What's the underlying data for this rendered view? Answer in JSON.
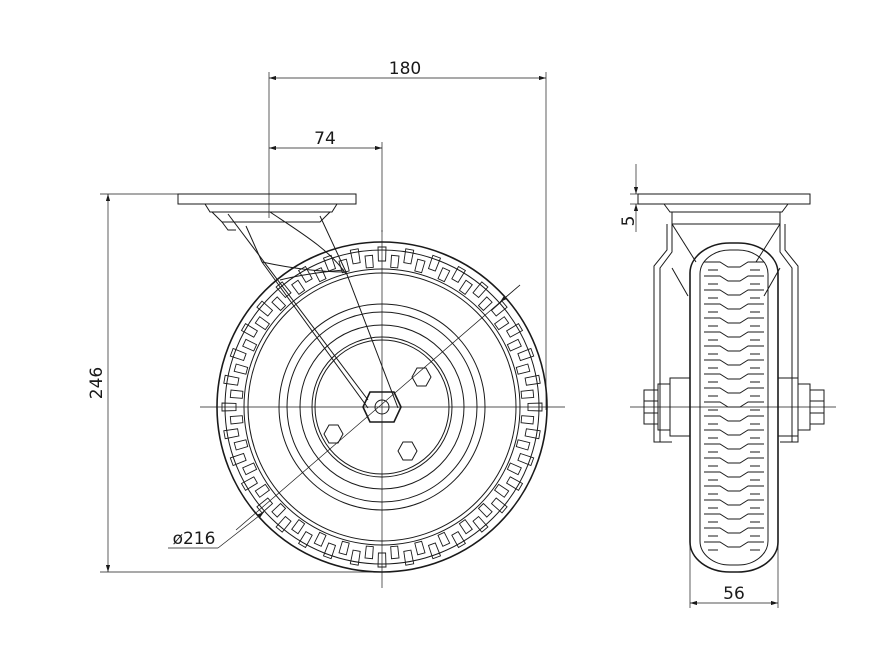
{
  "dimensions": {
    "overall_width": "180",
    "offset": "74",
    "overall_height": "246",
    "wheel_diameter": "ø216",
    "plate_thickness": "5",
    "wheel_width": "56"
  }
}
